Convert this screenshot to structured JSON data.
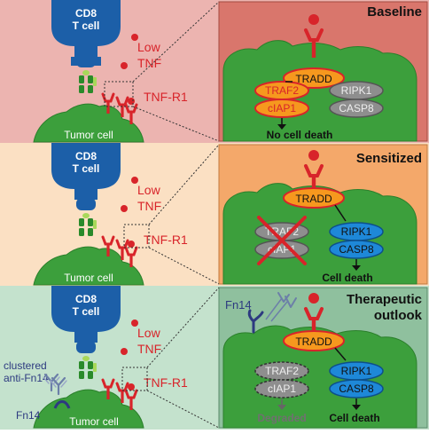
{
  "colors": {
    "panel_left": [
      "#ecb4b0",
      "#fbe0c3",
      "#c4e2cd"
    ],
    "panel_right": [
      "#d9766c",
      "#f4a86a",
      "#8fc09e"
    ],
    "tumor_green": "#3c9f3c",
    "receptor_red": "#d8242a",
    "tcell_blue": "#1c5fa8",
    "tradd_orange": "#f6981e",
    "ripk1_blue": "#1e88d8",
    "fn14_navy": "#2d3a80"
  },
  "labels": {
    "tcell_line1": "CD8",
    "tcell_line2": "T cell",
    "low": "Low",
    "tnf": "TNF",
    "receptor": "TNF-R1",
    "tumor": "Tumor cell",
    "tradd": "TRADD",
    "traf2": "TRAF2",
    "ciap1": "cIAP1",
    "ripk1": "RIPK1",
    "casp8": "CASP8",
    "fn14": "Fn14",
    "clustered": "clustered",
    "anti_fn14": "anti-Fn14",
    "degraded": "Degraded"
  },
  "panels": [
    {
      "title": "Baseline",
      "outcome": "No cell death"
    },
    {
      "title": "Sensitized",
      "outcome": "Cell death"
    },
    {
      "title_line1": "Therapeutic",
      "title_line2": "outlook",
      "outcome": "Cell death"
    }
  ]
}
